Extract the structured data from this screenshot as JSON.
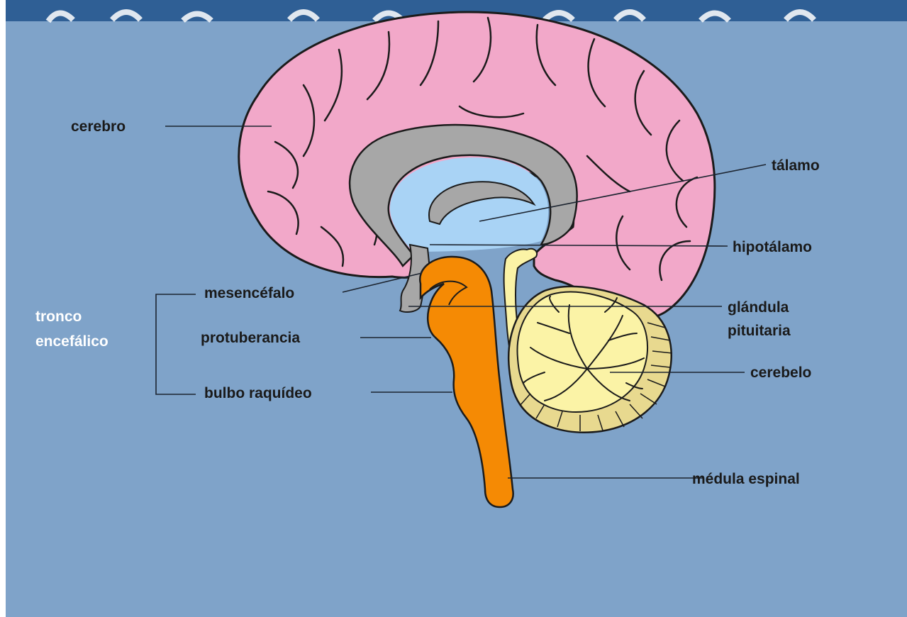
{
  "title": "",
  "labels": {
    "cerebro": "cerebro",
    "talamo": "tálamo",
    "hipotalamo": "hipotálamo",
    "mesencefalo": "mesencéfalo",
    "glandula_line1": "glándula",
    "glandula_line2": "pituitaria",
    "tronco_line1": "tronco",
    "tronco_line2": "encefálico",
    "protuberancia": "protuberancia",
    "cerebelo": "cerebelo",
    "bulbo": "bulbo raquídeo",
    "medula": "médula espinal"
  },
  "colors": {
    "background": "#7fa3c9",
    "header_band": "#2f5f95",
    "cerebrum": "#f2a8c9",
    "corpus_callosum": "#a7a7a7",
    "ventricle": "#a9d3f5",
    "brainstem": "#f58a04",
    "cerebellum": "#fbf3a6",
    "outline": "#1b1b1b"
  }
}
